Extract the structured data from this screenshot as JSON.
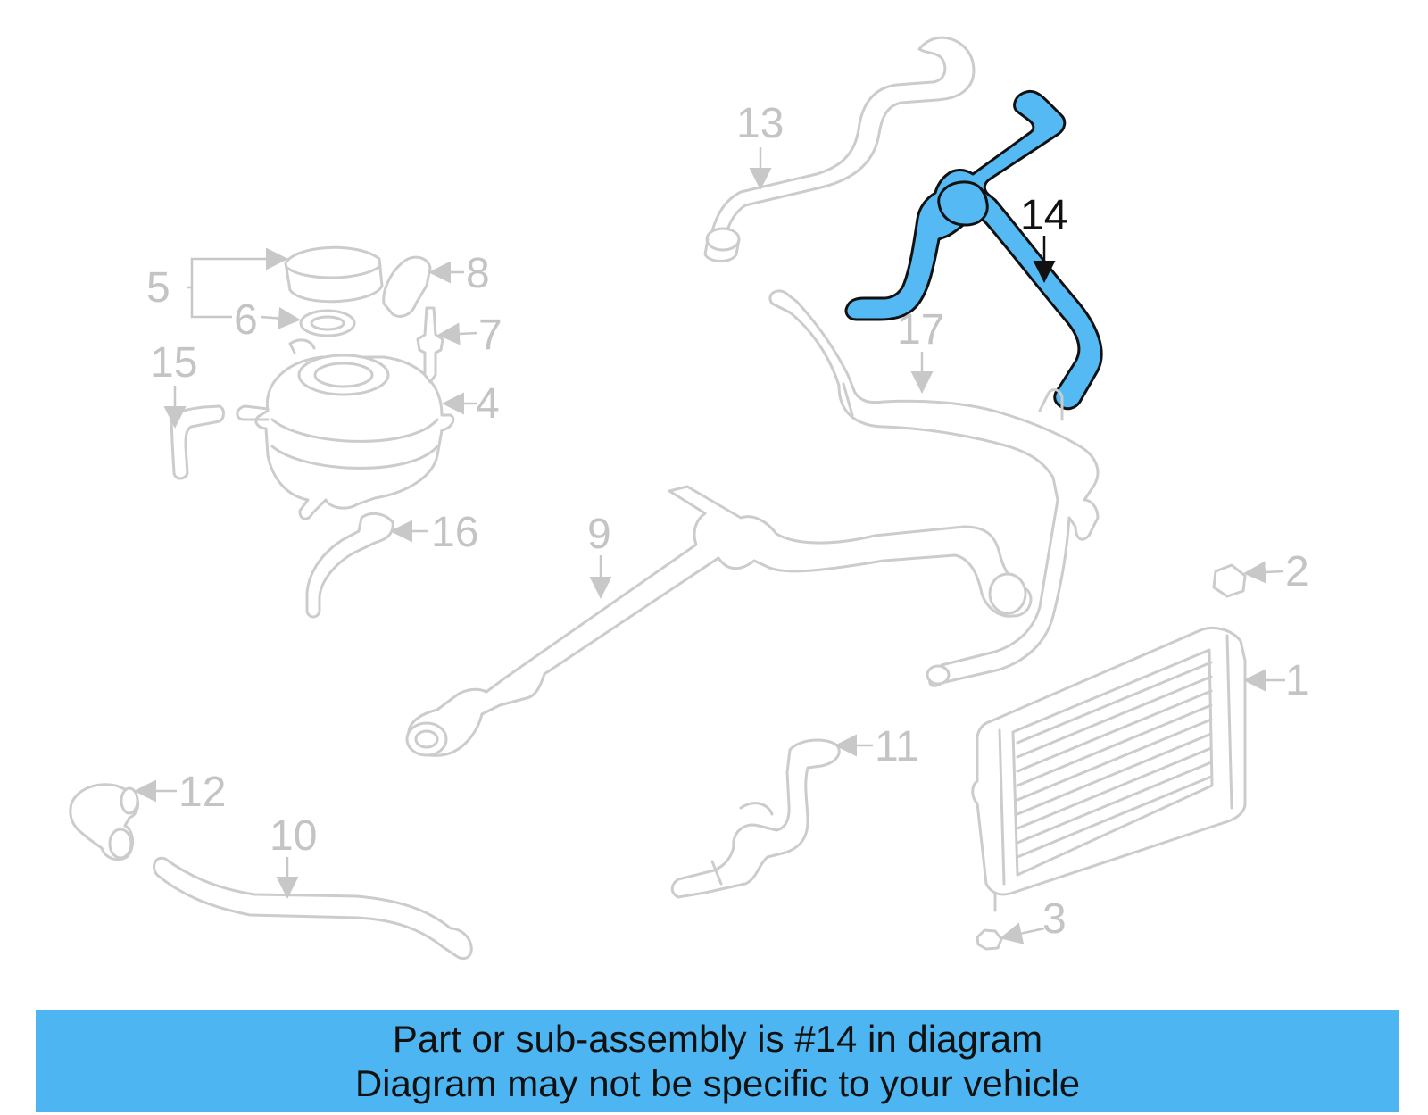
{
  "diagram": {
    "highlight_color": "#55b9f3",
    "highlighted_part": "14",
    "callouts": [
      {
        "id": "c1",
        "label": "1"
      },
      {
        "id": "c2",
        "label": "2"
      },
      {
        "id": "c3",
        "label": "3"
      },
      {
        "id": "c4",
        "label": "4"
      },
      {
        "id": "c5",
        "label": "5"
      },
      {
        "id": "c6",
        "label": "6"
      },
      {
        "id": "c7",
        "label": "7"
      },
      {
        "id": "c8",
        "label": "8"
      },
      {
        "id": "c9",
        "label": "9"
      },
      {
        "id": "c10",
        "label": "10"
      },
      {
        "id": "c11",
        "label": "11"
      },
      {
        "id": "c12",
        "label": "12"
      },
      {
        "id": "c13",
        "label": "13"
      },
      {
        "id": "c14",
        "label": "14"
      },
      {
        "id": "c15",
        "label": "15"
      },
      {
        "id": "c16",
        "label": "16"
      },
      {
        "id": "c17",
        "label": "17"
      }
    ]
  },
  "banner": {
    "background": "#4db6f2",
    "line1": "Part or sub-assembly is #14 in diagram",
    "line2": "Diagram may not be specific to your vehicle"
  }
}
